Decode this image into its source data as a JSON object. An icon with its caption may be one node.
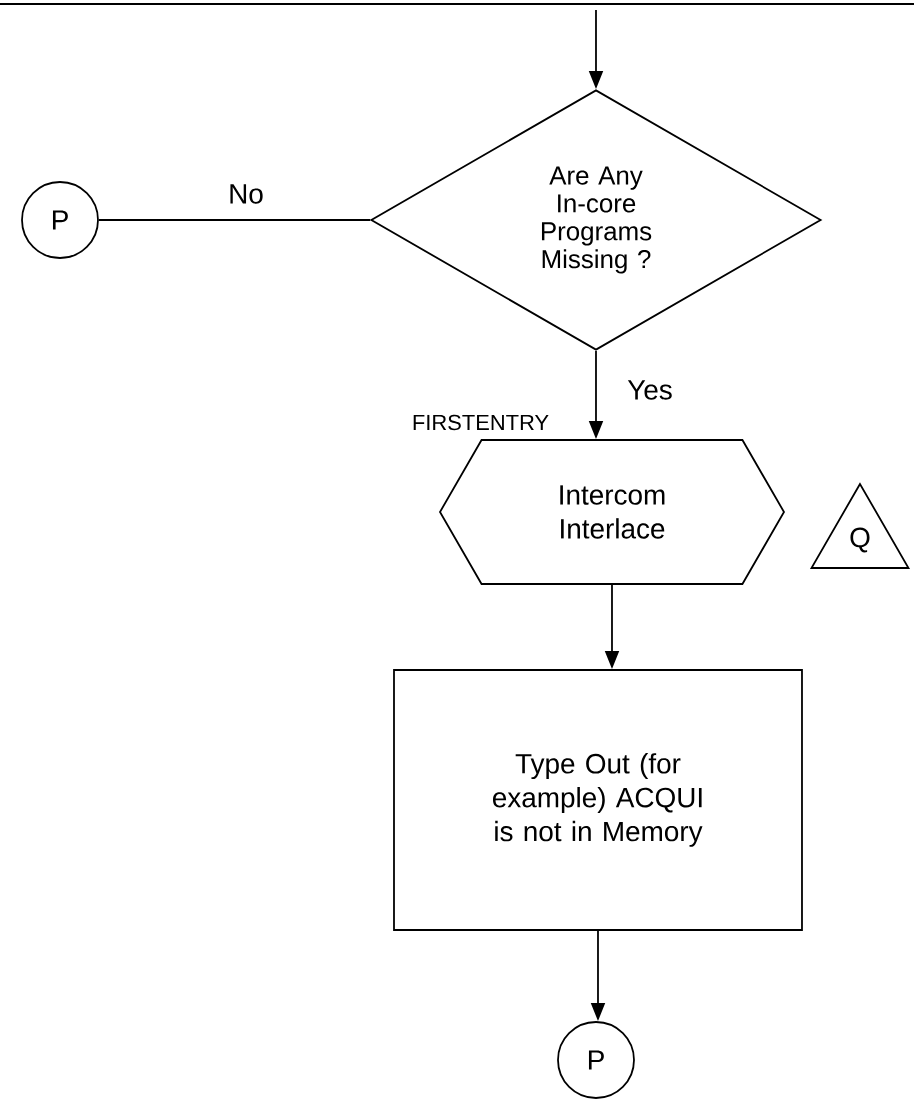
{
  "diagram": {
    "nodes": [
      {
        "text": [
          "Are Any In-core Programs Missing ?"
        ]
      },
      {
        "text": [
          "P"
        ]
      },
      {
        "text": [
          "Intercom Interlace"
        ],
        "beside": [
          "FIRSTENTRY"
        ]
      },
      {
        "text": [
          "Q"
        ]
      },
      {
        "text": [
          "Type Out (for example) ACQUI is not in Memory"
        ]
      },
      {
        "text": [
          "P"
        ]
      }
    ],
    "edges": [
      {
        "from": null,
        "to": 0,
        "arrow": "to"
      },
      {
        "from": 0,
        "to": 1,
        "arrow": "none",
        "label": "No"
      },
      {
        "from": 0,
        "to": 2,
        "arrow": "to",
        "label": "Yes"
      },
      {
        "from": 2,
        "to": 4,
        "arrow": "to"
      },
      {
        "from": 4,
        "to": 5,
        "arrow": "to"
      }
    ]
  }
}
